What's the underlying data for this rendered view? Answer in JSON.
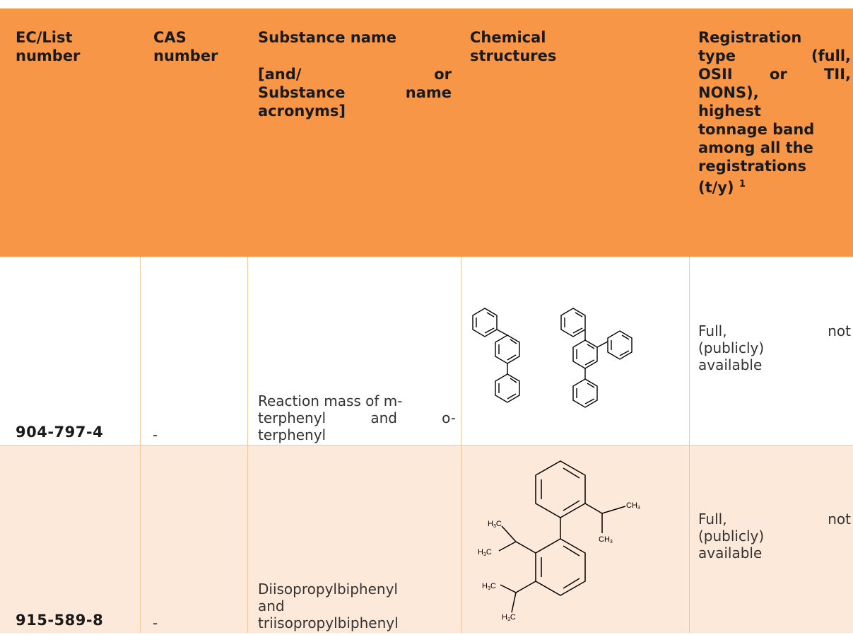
{
  "header": {
    "ec": [
      "EC/List",
      "number"
    ],
    "cas": [
      "CAS",
      "number"
    ],
    "name": {
      "line1": "Substance name",
      "line2": "[and/ or",
      "line3": "Substance name",
      "line4": "acronyms]"
    },
    "structures": [
      "Chemical",
      "structures"
    ],
    "registration": {
      "lines": [
        "Registration",
        "type (full,",
        "OSII or TII,",
        "NONS),",
        "highest",
        "tonnage band",
        "among all the",
        "registrations"
      ],
      "last": "(t/y)",
      "footnote": "1"
    }
  },
  "rows": [
    {
      "ec": "904-797-4",
      "cas": "-",
      "name_lines": [
        "Reaction mass of m-",
        "terphenyl and o-",
        "terphenyl"
      ],
      "structure": "m-terphenyl and o-terphenyl",
      "registration_lines": [
        "Full, not",
        "(publicly)",
        "available"
      ]
    },
    {
      "ec": "915-589-8",
      "cas": "-",
      "name_lines": [
        "Diisopropylbiphenyl",
        "and",
        "triisopropylbiphenyl"
      ],
      "structure": "triisopropylbiphenyl",
      "structure_labels": {
        "ch3": "CH",
        "h3c": "H",
        "c": "C",
        "sub3": "3"
      },
      "registration_lines": [
        "Full, not",
        "(publicly)",
        "available"
      ]
    }
  ]
}
